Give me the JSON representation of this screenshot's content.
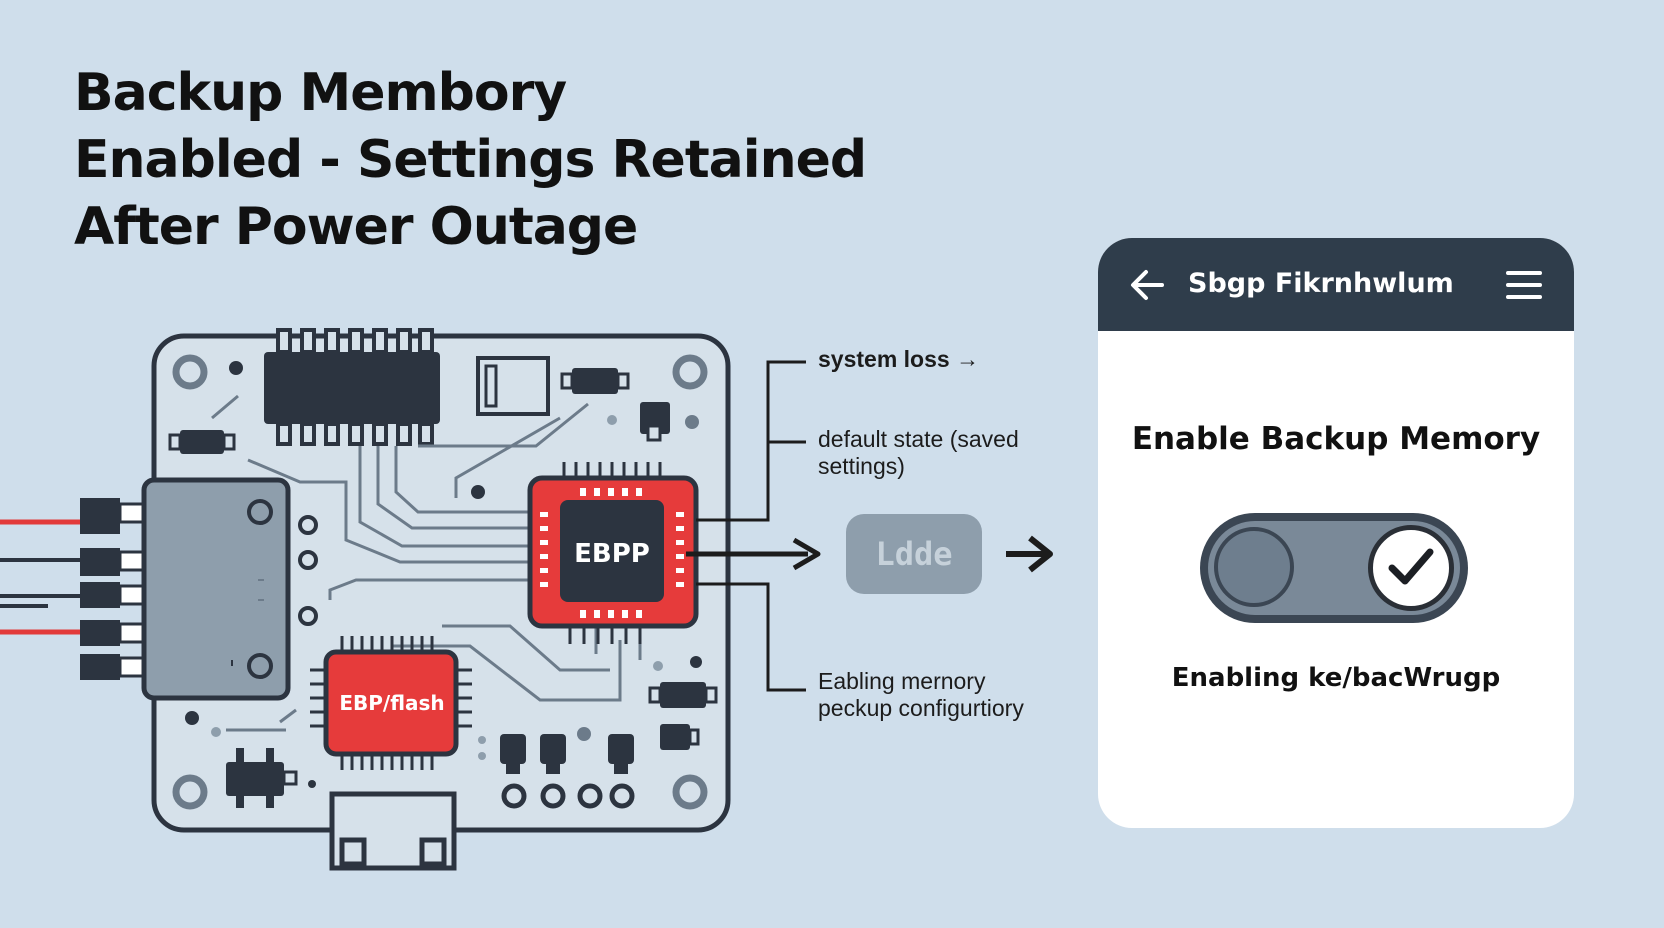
{
  "title": {
    "line1": "Backup Membory",
    "line2": "Enabled - Settings Retained",
    "line3": "After Power Outage"
  },
  "board": {
    "main_chip_label": "EBPP",
    "flash_chip_label": "EBP/flash",
    "chip_color": "#e63b3b",
    "board_outline_color": "#2c3440"
  },
  "annotations": {
    "system_loss": "system loss →",
    "default_state_line1": "default state (saved",
    "default_state_line2": "settings)",
    "enabling_line1": "Eabling mernory",
    "enabling_line2": "peckup configurtiory"
  },
  "flow_chip": {
    "label": "Ldde"
  },
  "phone": {
    "header_title": "Sbgp Fikrnhwlum",
    "setting_title": "Enable Backup Memory",
    "toggle_on": true,
    "caption": "Enabling ke/bacWrugp",
    "header_color": "#2f3d4b"
  }
}
